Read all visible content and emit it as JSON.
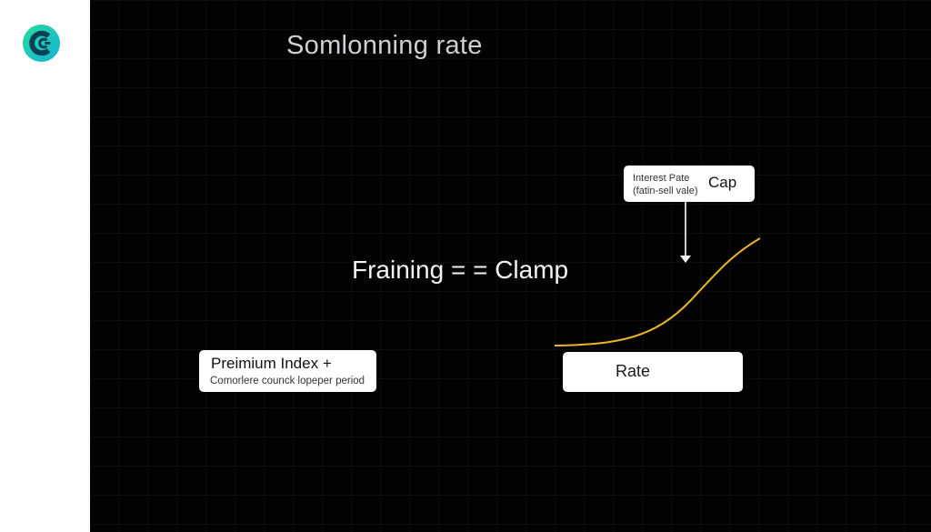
{
  "sidebar": {
    "logo_icon": "c-logo-icon",
    "colors": {
      "outer": "#1fd1a3",
      "inner": "#0b4a5c",
      "accent": "#17b3d6"
    }
  },
  "diagram": {
    "title": "Somlonning rate",
    "formula": "Fraining = = Clamp",
    "cap_box": {
      "line1": "Interest Pate",
      "line2": "(fatin-sell vale)",
      "label": "Cap"
    },
    "premium_box": {
      "label": "Preimium Index +",
      "sublabel": "Comorlere counck lopeper period"
    },
    "rate_box": {
      "label": "Rate"
    },
    "curve_color": "#e8b628",
    "arrow_color": "#ffffff"
  }
}
